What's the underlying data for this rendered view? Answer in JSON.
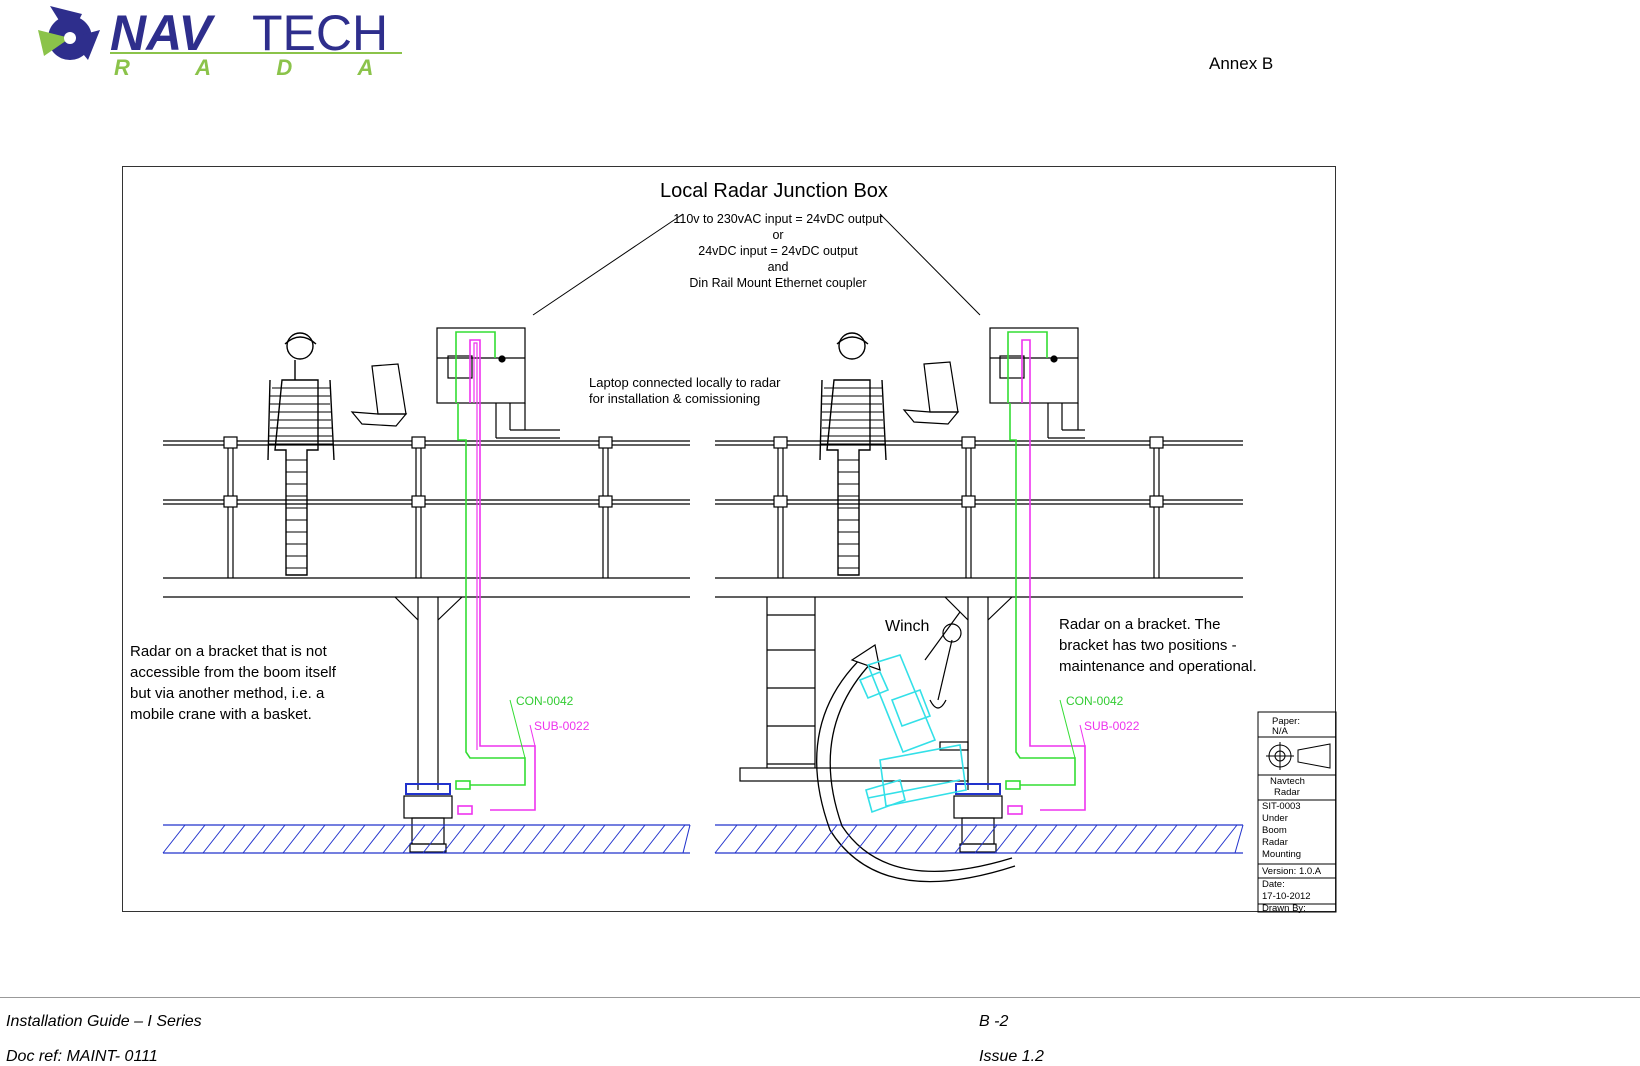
{
  "header": {
    "logo_text_nav": "NAV",
    "logo_text_tech": "TECH",
    "logo_text_radar": "R A D A R",
    "annex": "Annex B"
  },
  "drawing": {
    "title": "Local Radar Junction Box",
    "power_lines": [
      "110v to 230vAC input = 24vDC output",
      "or",
      "24vDC input = 24vDC output",
      "and",
      "Din Rail Mount Ethernet coupler"
    ],
    "laptop_note": [
      "Laptop connected locally to radar",
      "for installation & comissioning"
    ],
    "left_note": [
      "Radar on a bracket that is not",
      "accessible from the boom itself",
      "but via another method, i.e. a",
      "mobile crane with a basket."
    ],
    "right_note": [
      "Radar on a bracket. The",
      "bracket has two positions -",
      "maintenance and operational."
    ],
    "winch_label": "Winch",
    "cable_green": "CON-0042",
    "cable_magenta": "SUB-0022",
    "title_block": {
      "paper": "Paper:",
      "paper_val": "N/A",
      "company": [
        "Navtech",
        "Radar"
      ],
      "desc": [
        "SIT-0003",
        "Under",
        "Boom",
        "Radar",
        "Mounting"
      ],
      "version": "Version: 1.0.A",
      "date": [
        "Date:",
        "17-10-2012"
      ],
      "drawn": "Drawn By:"
    },
    "colors": {
      "green": "#33dd33",
      "magenta": "#ee33ee",
      "cyan": "#33e0e8",
      "blue": "#2233cc",
      "brand": "#2e2e8c",
      "brand_green": "#8bc34a"
    }
  },
  "footer": {
    "left1": "Installation Guide – I   Series",
    "left2": "Doc ref: MAINT- 0111",
    "right1": "B -2",
    "right2": "Issue 1.2"
  }
}
